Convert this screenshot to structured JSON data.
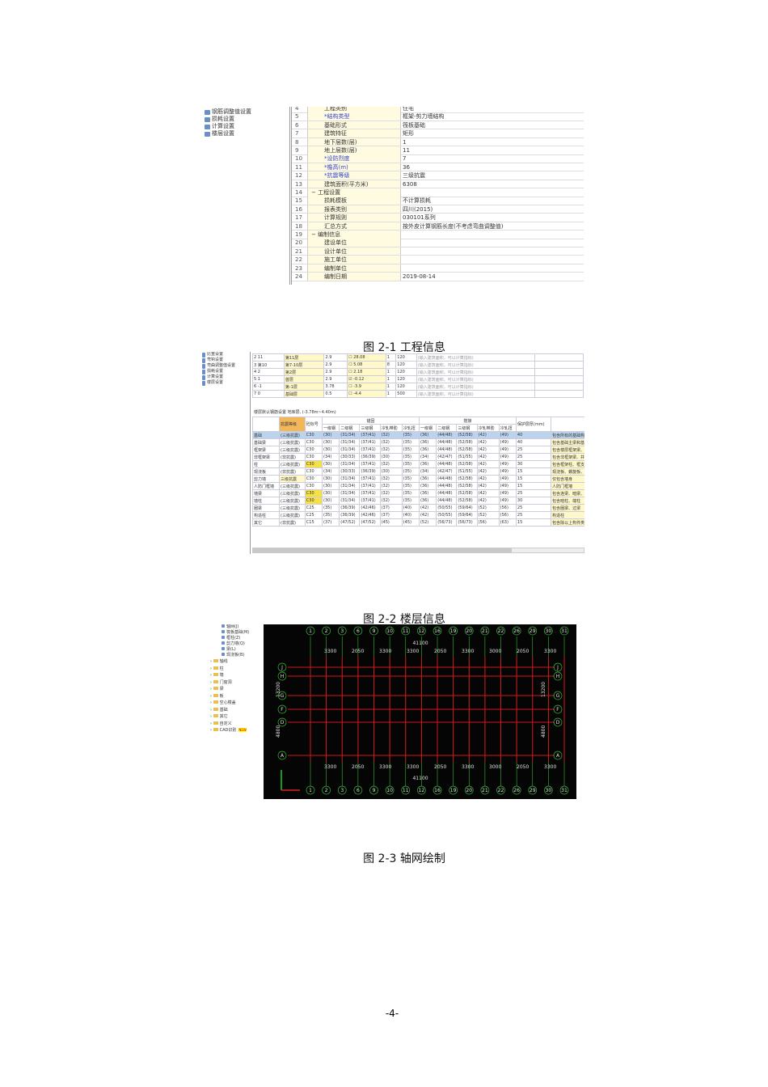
{
  "fig1": {
    "sidebar": [
      "钢筋调整值设置",
      "损耗设置",
      "计算设置",
      "楼层设置"
    ],
    "rows": [
      {
        "n": "4",
        "name": "工程类别",
        "val": "住宅",
        "blue": false,
        "tree": "leaf"
      },
      {
        "n": "5",
        "name": "*结构类型",
        "val": "框架-剪力墙结构",
        "blue": true,
        "tree": "leaf"
      },
      {
        "n": "6",
        "name": "基础形式",
        "val": "筏板基础",
        "blue": false,
        "tree": "leaf"
      },
      {
        "n": "7",
        "name": "建筑特征",
        "val": "矩形",
        "blue": false,
        "tree": "leaf"
      },
      {
        "n": "8",
        "name": "地下层数(层)",
        "val": "1",
        "blue": false,
        "tree": "leaf"
      },
      {
        "n": "9",
        "name": "地上层数(层)",
        "val": "11",
        "blue": false,
        "tree": "leaf"
      },
      {
        "n": "10",
        "name": "*设防烈度",
        "val": "7",
        "blue": true,
        "tree": "leaf"
      },
      {
        "n": "11",
        "name": "*檐高(m)",
        "val": "36",
        "blue": true,
        "tree": "leaf"
      },
      {
        "n": "12",
        "name": "*抗震等级",
        "val": "三级抗震",
        "blue": true,
        "tree": "leaf"
      },
      {
        "n": "13",
        "name": "建筑面积(平方米)",
        "val": "6308",
        "blue": false,
        "tree": "leaf"
      },
      {
        "n": "14",
        "name": "工程设置",
        "val": "",
        "blue": false,
        "tree": "group"
      },
      {
        "n": "15",
        "name": "损耗模板",
        "val": "不计算损耗",
        "blue": false,
        "tree": "leaf"
      },
      {
        "n": "16",
        "name": "报表类别",
        "val": "四川(2015)",
        "blue": false,
        "tree": "leaf"
      },
      {
        "n": "17",
        "name": "计算规则",
        "val": "030101系列",
        "blue": false,
        "tree": "leaf"
      },
      {
        "n": "18",
        "name": "汇总方式",
        "val": "按外皮计算钢筋长度(不考虑弯曲调整值)",
        "blue": false,
        "tree": "leaf"
      },
      {
        "n": "19",
        "name": "编制信息",
        "val": "",
        "blue": false,
        "tree": "group"
      },
      {
        "n": "20",
        "name": "建设单位",
        "val": "",
        "blue": false,
        "tree": "leaf"
      },
      {
        "n": "21",
        "name": "设计单位",
        "val": "",
        "blue": false,
        "tree": "leaf"
      },
      {
        "n": "22",
        "name": "施工单位",
        "val": "",
        "blue": false,
        "tree": "leaf"
      },
      {
        "n": "23",
        "name": "编制单位",
        "val": "",
        "blue": false,
        "tree": "leaf"
      },
      {
        "n": "24",
        "name": "编制日期",
        "val": "2019-08-14",
        "blue": false,
        "tree": "leaf"
      }
    ],
    "caption": "图 2-1 工程信息"
  },
  "fig2": {
    "sidebar": [
      "比重设置",
      "弯钩设置",
      "弯曲调整值设置",
      "损耗设置",
      "计算设置",
      "楼层设置"
    ],
    "floors": [
      [
        "2 11",
        "第11层",
        "2.9",
        "28.08",
        "1",
        "120",
        "(输入建筑面积，可以计算指标)",
        false
      ],
      [
        "3 第10",
        "第7-10层",
        "2.9",
        "5.08",
        "8",
        "120",
        "(输入建筑面积，可以计算指标)",
        false
      ],
      [
        "4 2",
        "第2层",
        "2.9",
        "2.18",
        "1",
        "120",
        "(输入建筑面积，可以计算指标)",
        false
      ],
      [
        "5 1",
        "首层",
        "2.9",
        "-0.12",
        "1",
        "120",
        "(输入建筑面积，可以计算指标)",
        true
      ],
      [
        "6 -1",
        "第-1层",
        "3.78",
        "-3.9",
        "1",
        "120",
        "(输入建筑面积，可以计算指标)",
        false
      ],
      [
        "7 0",
        "基础层",
        "0.5",
        "-4.4",
        "1",
        "500",
        "(输入建筑面积，可以计算指标)",
        false
      ]
    ],
    "label": "楼层默认钢筋设置 地库层, (-3.78m~4.40m)",
    "headers": {
      "grade": "抗震等级",
      "conc": "砼标号",
      "anchor": "锚固",
      "lap": "搭接",
      "cover": "保护层厚(mm)",
      "sub": [
        "一级钢",
        "二级钢",
        "三级钢",
        "冷轧带肋",
        "冷轧扭"
      ]
    },
    "rows": [
      [
        "基础",
        "(三级抗震)",
        "C30",
        "(30)",
        "(31/34)",
        "(37/41)",
        "(32)",
        "(35)",
        "(36)",
        "(44/48)",
        "(52/58)",
        "(42)",
        "(49)",
        "40",
        "包含所有的基础构件，不含基础梁"
      ],
      [
        "基础梁",
        "(三级抗震)",
        "C30",
        "(30)",
        "(31/34)",
        "(37/41)",
        "(32)",
        "(35)",
        "(36)",
        "(44/48)",
        "(52/58)",
        "(42)",
        "(49)",
        "40",
        "包含基础主梁和基础次梁"
      ],
      [
        "框架梁",
        "(三级抗震)",
        "C30",
        "(30)",
        "(31/34)",
        "(37/41)",
        "(32)",
        "(35)",
        "(36)",
        "(44/48)",
        "(52/58)",
        "(42)",
        "(49)",
        "25",
        "包含楼层框架梁、屋面框架梁、框支梁"
      ],
      [
        "非框架梁",
        "(非抗震)",
        "C30",
        "(34)",
        "(30/33)",
        "(36/39)",
        "(30)",
        "(35)",
        "(34)",
        "(42/47)",
        "(51/55)",
        "(42)",
        "(49)",
        "25",
        "包含非框架梁、井字梁、次肋梁"
      ],
      [
        "柱",
        "(三级抗震)",
        "C30",
        "(30)",
        "(31/34)",
        "(37/41)",
        "(32)",
        "(35)",
        "(36)",
        "(44/48)",
        "(52/58)",
        "(42)",
        "(49)",
        "30",
        "包含框架柱、框支柱"
      ],
      [
        "现浇板",
        "(非抗震)",
        "C30",
        "(34)",
        "(30/33)",
        "(36/39)",
        "(30)",
        "(35)",
        "(34)",
        "(42/47)",
        "(51/55)",
        "(42)",
        "(49)",
        "15",
        "现浇板、螺旋板、柱帽、空心楼盖板"
      ],
      [
        "剪力墙",
        "三级抗震",
        "C30",
        "(30)",
        "(31/34)",
        "(37/41)",
        "(32)",
        "(35)",
        "(36)",
        "(44/48)",
        "(52/58)",
        "(42)",
        "(49)",
        "15",
        "仅包含墙身"
      ],
      [
        "人防门框墙",
        "(三级抗震)",
        "C30",
        "(30)",
        "(31/34)",
        "(37/41)",
        "(32)",
        "(35)",
        "(36)",
        "(44/48)",
        "(52/58)",
        "(42)",
        "(49)",
        "15",
        "人防门框墙"
      ],
      [
        "墙梁",
        "(三级抗震)",
        "C30",
        "(30)",
        "(31/34)",
        "(37/41)",
        "(32)",
        "(35)",
        "(36)",
        "(44/48)",
        "(52/58)",
        "(42)",
        "(49)",
        "25",
        "包含连梁、暗梁、边框梁"
      ],
      [
        "墙柱",
        "(三级抗震)",
        "C30",
        "(30)",
        "(31/34)",
        "(37/41)",
        "(32)",
        "(35)",
        "(36)",
        "(44/48)",
        "(52/58)",
        "(42)",
        "(49)",
        "30",
        "包含暗柱、端柱"
      ],
      [
        "圈梁",
        "(三级抗震)",
        "C25",
        "(35)",
        "(36/39)",
        "(42/46)",
        "(37)",
        "(40)",
        "(42)",
        "(50/55)",
        "(59/64)",
        "(52)",
        "(56)",
        "25",
        "包含圈梁、过梁"
      ],
      [
        "构造柱",
        "(三级抗震)",
        "C25",
        "(35)",
        "(36/39)",
        "(42/46)",
        "(37)",
        "(40)",
        "(42)",
        "(50/55)",
        "(59/64)",
        "(52)",
        "(56)",
        "25",
        "构造柱"
      ],
      [
        "其它",
        "(非抗震)",
        "C15",
        "(37)",
        "(47/52)",
        "(47/52)",
        "(45)",
        "(45)",
        "(52)",
        "(56/73)",
        "(56/73)",
        "(56)",
        "(63)",
        "15",
        "包含除以上构件类型之外的所有构件类型"
      ]
    ],
    "caption": "图 2-2 楼层信息"
  },
  "fig3": {
    "tree": [
      "轴网(J)",
      "筏板基础(M)",
      "框柱(Z)",
      "剪力墙(Q)",
      "梁(L)",
      "现浇板(B)"
    ],
    "folders": [
      "轴线",
      "柱",
      "墙",
      "门窗洞",
      "梁",
      "板",
      "空心楼盖",
      "基础",
      "其它",
      "自定义",
      "CAD识别"
    ],
    "new_badge": "NEW",
    "top_axes": [
      "1",
      "2",
      "3",
      "6",
      "9",
      "10",
      "11",
      "12",
      "16",
      "19",
      "20",
      "21",
      "22",
      "26",
      "29",
      "30",
      "31"
    ],
    "left_axes": [
      "J",
      "H",
      "G",
      "F",
      "D",
      "A"
    ],
    "dims": [
      "3300",
      "2050",
      "3300",
      "3300",
      "2050",
      "3300",
      "3000",
      "2050",
      "3300"
    ],
    "total": "41100",
    "vdims": [
      "4800",
      "13200"
    ],
    "colors": {
      "bg": "#050505",
      "grid": "#d01818",
      "dim": "#3ab83a",
      "text": "#e0e0e0"
    },
    "caption": "图 2-3 轴网绘制"
  },
  "page_number": "-4-"
}
